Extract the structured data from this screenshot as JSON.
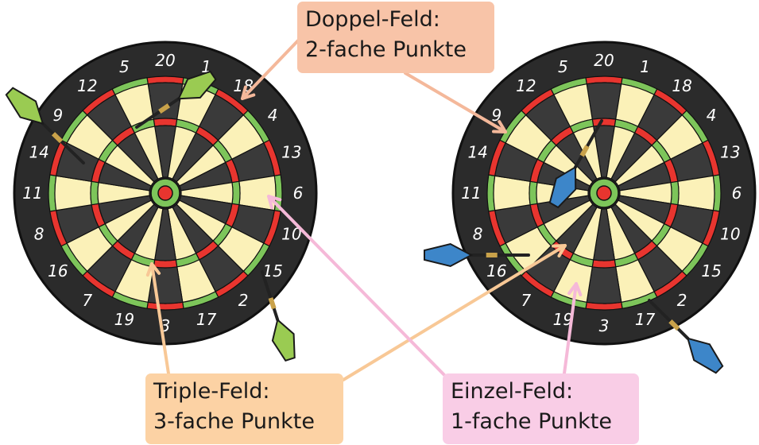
{
  "labels": {
    "doppel": {
      "line1": "Doppel-Feld:",
      "line2": "2-fache Punkte"
    },
    "triple": {
      "line1": "Triple-Feld:",
      "line2": "3-fache Punkte"
    },
    "einzel": {
      "line1": "Einzel-Feld:",
      "line2": "1-fache Punkte"
    }
  },
  "board_numbers": [
    "20",
    "1",
    "18",
    "4",
    "13",
    "6",
    "10",
    "15",
    "2",
    "17",
    "3",
    "19",
    "7",
    "16",
    "8",
    "11",
    "14",
    "9",
    "12",
    "5"
  ],
  "colors": {
    "doppel_box": "#f8c4a8",
    "triple_box": "#fcd2a4",
    "einzel_box": "#f9cde6",
    "doppel_arrow": "#f4b89a",
    "triple_arrow": "#f8c896",
    "einzel_arrow": "#f5b9d8",
    "board_outer": "#2b2b2b",
    "segment_dark": "#3a3a3a",
    "segment_light": "#fbf1b8",
    "ring_red": "#e8352f",
    "ring_green": "#7dc55a",
    "dart_green": "#9acb52",
    "dart_blue": "#3d86c9"
  }
}
